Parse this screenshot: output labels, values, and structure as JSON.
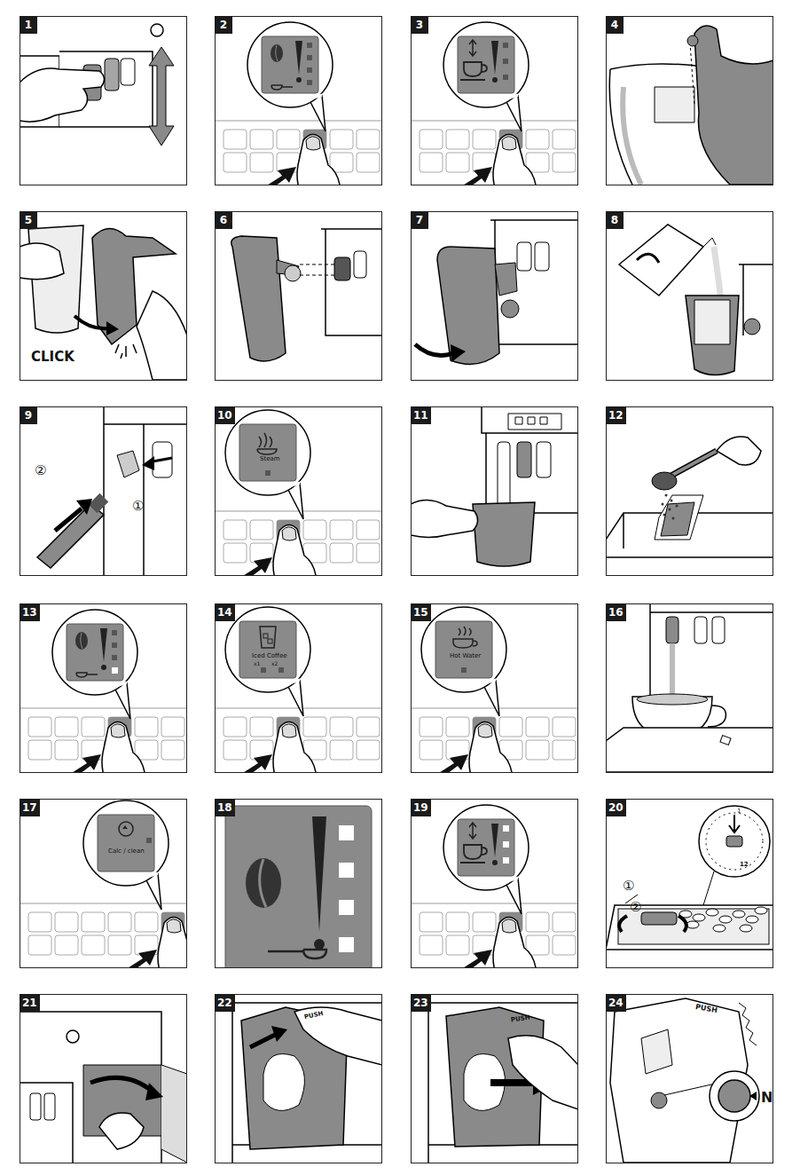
{
  "diagram": {
    "nodes": [
      {
        "text": [
          "1"
        ]
      },
      {
        "text": [
          "2"
        ]
      },
      {
        "text": [
          "3"
        ]
      },
      {
        "text": [
          "4"
        ]
      },
      {
        "text": [
          "5"
        ]
      },
      {
        "text": [
          "6"
        ]
      },
      {
        "text": [
          "7"
        ]
      },
      {
        "text": [
          "8"
        ]
      },
      {
        "text": [
          "9"
        ]
      },
      {
        "text": [
          "10"
        ]
      },
      {
        "text": [
          "11"
        ]
      },
      {
        "text": [
          "12"
        ]
      },
      {
        "text": [
          "13"
        ]
      },
      {
        "text": [
          "14"
        ]
      },
      {
        "text": [
          "15"
        ]
      },
      {
        "text": [
          "16"
        ]
      },
      {
        "text": [
          "17"
        ]
      },
      {
        "text": [
          "18"
        ]
      },
      {
        "text": [
          "19"
        ]
      },
      {
        "text": [
          "20"
        ]
      },
      {
        "text": [
          "21"
        ]
      },
      {
        "text": [
          "22"
        ]
      },
      {
        "text": [
          "23"
        ]
      },
      {
        "text": [
          "24"
        ]
      }
    ],
    "labels": [
      "CLICK",
      "①",
      "②",
      "Steam",
      "Iced Coffee",
      "x1",
      "x2",
      "Hot Water",
      "Calc / clean",
      "①",
      "②",
      "1",
      "12",
      "PUSH",
      "PUSH",
      "PUSH",
      "N"
    ]
  }
}
